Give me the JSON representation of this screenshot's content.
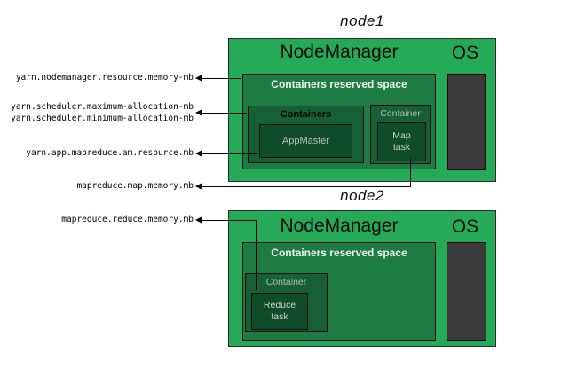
{
  "colors": {
    "outer_green": "#25ab57",
    "reserved_green": "#1e7b44",
    "container_green": "#175f34",
    "task_green": "#0f4c29",
    "os_gray": "#3a3a3a"
  },
  "node1": {
    "title": "node1",
    "nodemanager": "NodeManager",
    "os": "OS",
    "reserved": "Containers reserved space",
    "containers": "Containers",
    "appmaster": "AppMaster",
    "container": "Container",
    "map_task_line1": "Map",
    "map_task_line2": "task"
  },
  "node2": {
    "title": "node2",
    "nodemanager": "NodeManager",
    "os": "OS",
    "reserved": "Containers reserved space",
    "container": "Container",
    "reduce_task_line1": "Reduce",
    "reduce_task_line2": "task"
  },
  "config_labels": {
    "nodemanager_resource": "yarn.nodemanager.resource.memory-mb",
    "scheduler_max": "yarn.scheduler.maximum-allocation-mb",
    "scheduler_min": "yarn.scheduler.minimum-allocation-mb",
    "am_resource": "yarn.app.mapreduce.am.resource.mb",
    "map_memory": "mapreduce.map.memory.mb",
    "reduce_memory": "mapreduce.reduce.memory.mb"
  }
}
